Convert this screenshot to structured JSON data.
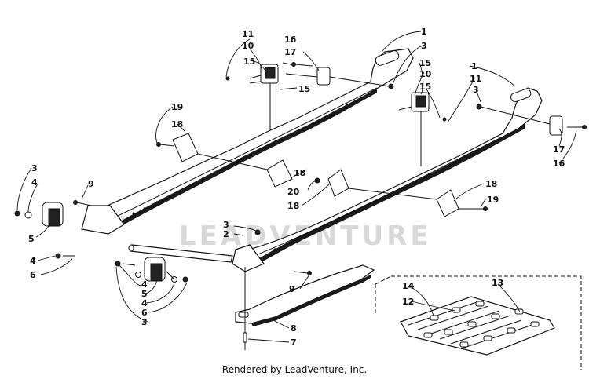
{
  "watermark": "LEADVENTURE",
  "footer": "Rendered by LeadVenture, Inc.",
  "callouts": {
    "c1a": "1",
    "c1b": "1",
    "c2": "2",
    "c3a": "3",
    "c3b": "3",
    "c3c": "3",
    "c3d": "3",
    "c3e": "3",
    "c4a": "4",
    "c4b": "4",
    "c4c": "4",
    "c4d": "4",
    "c5a": "5",
    "c5b": "5",
    "c6a": "6",
    "c6b": "6",
    "c7": "7",
    "c8": "8",
    "c9a": "9",
    "c9b": "9",
    "c10a": "10",
    "c10b": "10",
    "c11a": "11",
    "c11b": "11",
    "c12": "12",
    "c13": "13",
    "c14": "14",
    "c15a": "15",
    "c15b": "15",
    "c15c": "15",
    "c15d": "15",
    "c16a": "16",
    "c16b": "16",
    "c17a": "17",
    "c17b": "17",
    "c18a": "18",
    "c18b": "18",
    "c18c": "18",
    "c18d": "18",
    "c19a": "19",
    "c19b": "19",
    "c20": "20"
  }
}
